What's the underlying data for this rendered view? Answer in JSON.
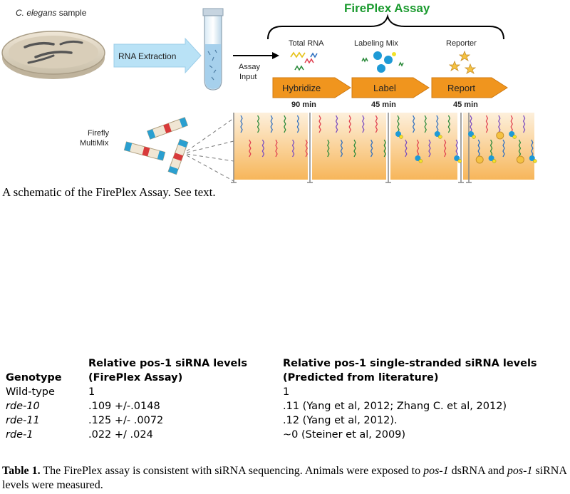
{
  "figure": {
    "sample_label_italic": "C. elegans",
    "sample_label_rest": " sample",
    "rna_extraction": "RNA Extraction",
    "assay_input_line1": "Assay",
    "assay_input_line2": "Input",
    "assay_title": "FirePlex Assay",
    "reagents": [
      "Total RNA",
      "Labeling Mix",
      "Reporter"
    ],
    "steps": [
      {
        "label": "Hybridize",
        "time": "90 min"
      },
      {
        "label": "Label",
        "time": "45 min"
      },
      {
        "label": "Report",
        "time": "45 min"
      }
    ],
    "firefly_line1": "Firefly",
    "firefly_line2": "MultiMix",
    "colors": {
      "title_green": "#1a9a2e",
      "step_orange": "#f0951e",
      "arrow_blue": "#b9e2f6",
      "well_peach": "#f9c47c"
    }
  },
  "figure_caption": "A schematic of the FirePlex Assay.  See text.",
  "table": {
    "headers": {
      "genotype": "Genotype",
      "fireplex_line1": "Relative pos-1 siRNA levels",
      "fireplex_line2": "(FirePlex Assay)",
      "literature_line1": "Relative pos-1 single-stranded siRNA levels",
      "literature_line2": "(Predicted from literature)"
    },
    "rows": [
      {
        "genotype": "Wild-type",
        "fireplex": "1",
        "literature": "1"
      },
      {
        "genotype": "rde-10",
        "fireplex": ".109 +/-.0148",
        "literature": ".11 (Yang et al, 2012; Zhang C. et al, 2012)"
      },
      {
        "genotype": "rde-11",
        "fireplex": ".125 +/- .0072",
        "literature": ".12 (Yang et al, 2012)."
      },
      {
        "genotype": "rde-1",
        "fireplex": ".022 +/ .024",
        "literature": "~0 (Steiner et al, 2009)"
      }
    ]
  },
  "table_caption": {
    "label": "Table 1.",
    "text1": "  The FirePlex assay is consistent with siRNA sequencing.  Animals were exposed to ",
    "gene1": "pos-1",
    "text2": " dsRNA and ",
    "gene2": "pos-1",
    "text3": " siRNA levels were measured."
  }
}
